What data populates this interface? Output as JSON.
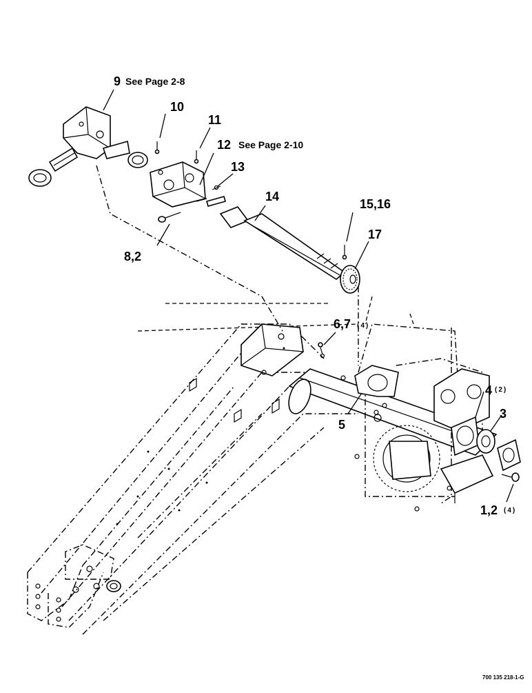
{
  "figure_code": "700 135 218-1-G",
  "callouts": {
    "c9": "9",
    "c9_note": "See Page 2-8",
    "c10": "10",
    "c11": "11",
    "c12": "12",
    "c12_note": "See Page 2-10",
    "c13": "13",
    "c14": "14",
    "c15_16": "15,16",
    "c17": "17",
    "c8_2": "8,2",
    "c6_7": "6,7",
    "c6_7_qty": "(4)",
    "c5": "5",
    "c4": "4",
    "c4_qty": "(2)",
    "c3": "3",
    "c1_2": "1,2",
    "c1_2_qty": "(4)"
  }
}
